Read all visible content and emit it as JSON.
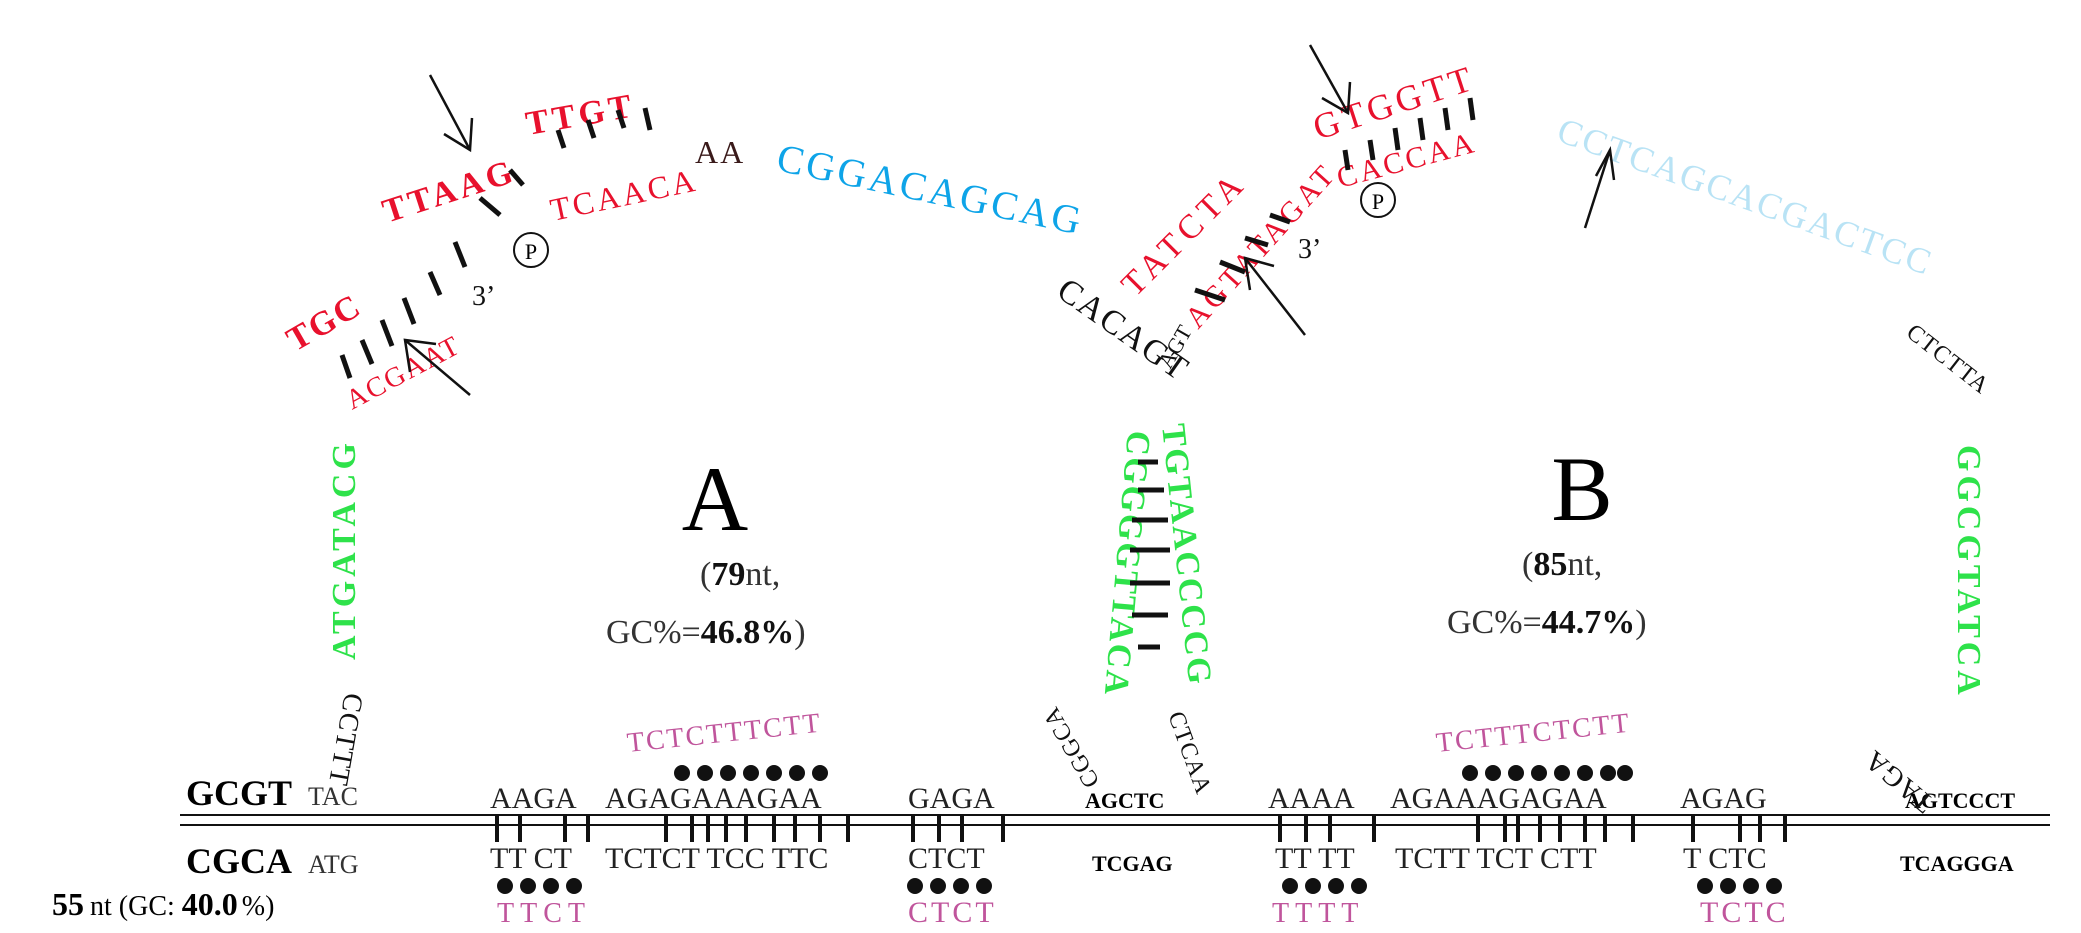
{
  "colors": {
    "red": "#e8112d",
    "blue": "#0ea4e8",
    "light_blue": "#b9e3f5",
    "green": "#2ee24a",
    "black": "#111111",
    "brown": "#3a1a1a",
    "pink": "#c0559c"
  },
  "loops": {
    "a": {
      "letter": "A",
      "stats_line1_prefix": "(",
      "stats_line1_value": "79",
      "stats_line1_suffix": "nt,",
      "stats_line2_prefix": "GC%=",
      "stats_line2_value": "46.8%",
      "stats_line2_suffix": ")"
    },
    "b": {
      "letter": "B",
      "stats_line1_prefix": "(",
      "stats_line1_value": "85",
      "stats_line1_suffix": "nt,",
      "stats_line2_prefix": "GC%=",
      "stats_line2_value": "44.7%",
      "stats_line2_suffix": ")"
    }
  },
  "linear": {
    "top_left_bold": "GCGT",
    "top_left_small": "TAC",
    "bottom_left_bold": "CGCA",
    "bottom_left_small": "ATG",
    "top_mid": "AGCTC",
    "bottom_mid": "TCGAG",
    "top_right": "AGTCCCT",
    "bottom_right": "TCAGGGA",
    "a_top_1": "AAGA",
    "a_top_2": "AGAGAAAGAA",
    "a_top_3": "GAGA",
    "a_bot_1": "TT CT",
    "a_bot_2": "TCTCT TCC TTC",
    "a_bot_3": "CTCT",
    "b_top_1": "AAAA",
    "b_top_2": "AGAAAGAGAA",
    "b_top_3": "AGAG",
    "b_bot_1": "TT TT",
    "b_bot_2": "TCTT TCT CTT",
    "b_bot_3": "T CTC",
    "footer_prefix": "55",
    "footer_unit": "nt (GC: ",
    "footer_value": "40.0",
    "footer_suffix": "%)"
  },
  "triplex": {
    "a_arc_top": "TCTCTTTCTT",
    "a_arc_left": "TTCT",
    "a_arc_right": "CTCT",
    "b_arc_top": "TCTTTCTCTT",
    "b_arc_left": "TTTT",
    "b_arc_right": "TCTC"
  },
  "loop_a_strands": {
    "green_left": "ATGATACG",
    "black_left": "CCTTT",
    "red_outer_1": "TGC",
    "red_outer_2": "TTAAG",
    "red_outer_3": "TTGT",
    "red_inner_1": "ACGAAT",
    "three_prime": "3’",
    "phosphate": "P",
    "red_inner_2": "TCAACA",
    "brown_aa": "AA",
    "blue_top": "CGGACAGCAG",
    "black_top": "CACAGT"
  },
  "loop_b_strands": {
    "red_outer_1": "TATCTA",
    "red_outer_2": "GTGGTT",
    "red_inner_1": "AGTATAGAT",
    "three_prime": "3’",
    "phosphate": "P",
    "red_inner_2": "CACCAA",
    "light_blue_top": "CCTCAGCACGACTCC",
    "black_right": "CTCTTA",
    "green_right": "GGCGTATCA",
    "black_bottom": "TAGA"
  },
  "stem": {
    "green_left": "CGGGGTTACA",
    "green_right": "TGTAACCCCG",
    "black_left": "CGGCA",
    "black_right": "CTCAA"
  }
}
